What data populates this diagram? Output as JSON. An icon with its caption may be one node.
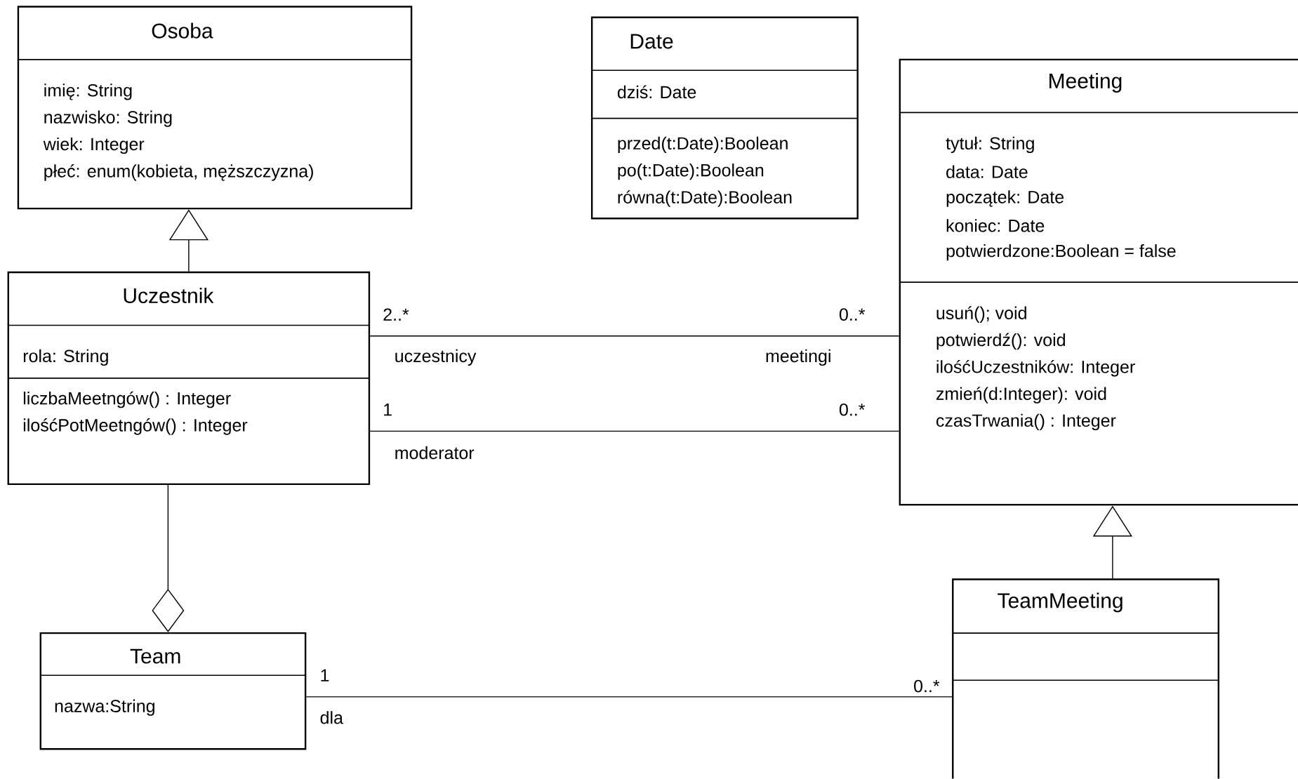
{
  "diagram": {
    "nodes": [
      {
        "text": [
          "Osoba",
          "imię: String",
          "nazwisko: String",
          "wiek: Integer",
          "płeć: enum(kobieta, męższczyzna)"
        ]
      },
      {
        "text": [
          "Date",
          "dziś: Date",
          "przed(t:Date):Boolean",
          "po(t:Date):Boolean",
          "równa(t:Date):Boolean"
        ]
      },
      {
        "text": [
          "Meeting",
          "tytuł: String",
          "data: Date",
          "początek: Date",
          "koniec: Date",
          "potwierdzone:Boolean = false",
          "usuń(); void",
          "potwierdź(): void",
          "ilośćUczestników: Integer",
          "zmień(d:Integer): void",
          "czasTrwania() : Integer"
        ]
      },
      {
        "text": [
          "Uczestnik",
          "rola: String",
          "liczbaMeetngów() : Integer",
          "ilośćPotMeetngów() : Integer"
        ]
      },
      {
        "text": [
          "Team",
          "nazwa:String"
        ]
      },
      {
        "text": [
          "TeamMeeting"
        ]
      }
    ],
    "edges": [
      {
        "from": 3,
        "to": 0,
        "arrow": "to"
      },
      {
        "from": 5,
        "to": 2,
        "arrow": "to"
      },
      {
        "from": 3,
        "to": 4,
        "arrow": "other"
      },
      {
        "from": 3,
        "to": 2,
        "arrow": "none"
      },
      {
        "from": 3,
        "to": 2,
        "arrow": "none"
      },
      {
        "from": 4,
        "to": 5,
        "arrow": "none"
      }
    ],
    "labels": [
      "2..*",
      "0..*",
      "uczestnicy",
      "meetingi",
      "1",
      "0..*",
      "moderator",
      "1",
      "0..*",
      "dla"
    ]
  }
}
